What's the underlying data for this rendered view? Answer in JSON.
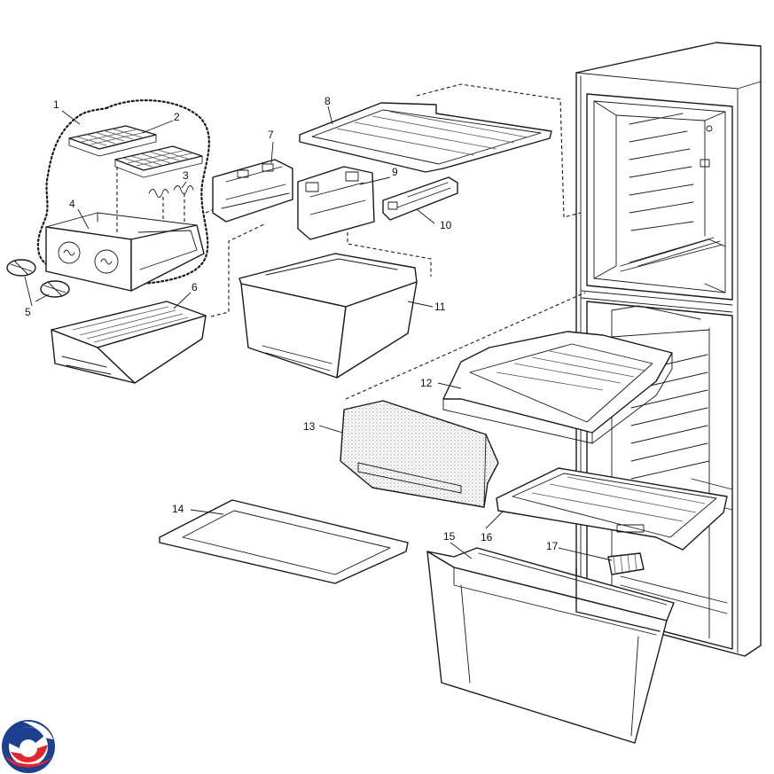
{
  "diagram": {
    "callouts": [
      {
        "id": "1",
        "label": "1"
      },
      {
        "id": "2",
        "label": "2"
      },
      {
        "id": "3",
        "label": "3"
      },
      {
        "id": "4",
        "label": "4"
      },
      {
        "id": "5",
        "label": "5"
      },
      {
        "id": "6",
        "label": "6"
      },
      {
        "id": "7",
        "label": "7"
      },
      {
        "id": "8",
        "label": "8"
      },
      {
        "id": "9",
        "label": "9"
      },
      {
        "id": "10",
        "label": "10"
      },
      {
        "id": "11",
        "label": "11"
      },
      {
        "id": "12",
        "label": "12"
      },
      {
        "id": "13",
        "label": "13"
      },
      {
        "id": "14",
        "label": "14"
      },
      {
        "id": "15",
        "label": "15"
      },
      {
        "id": "16",
        "label": "16"
      },
      {
        "id": "17",
        "label": "17"
      }
    ],
    "logo": {
      "icon": "brand-logo-icon",
      "colors": [
        "#1d3f8f",
        "#e3262d"
      ]
    }
  }
}
